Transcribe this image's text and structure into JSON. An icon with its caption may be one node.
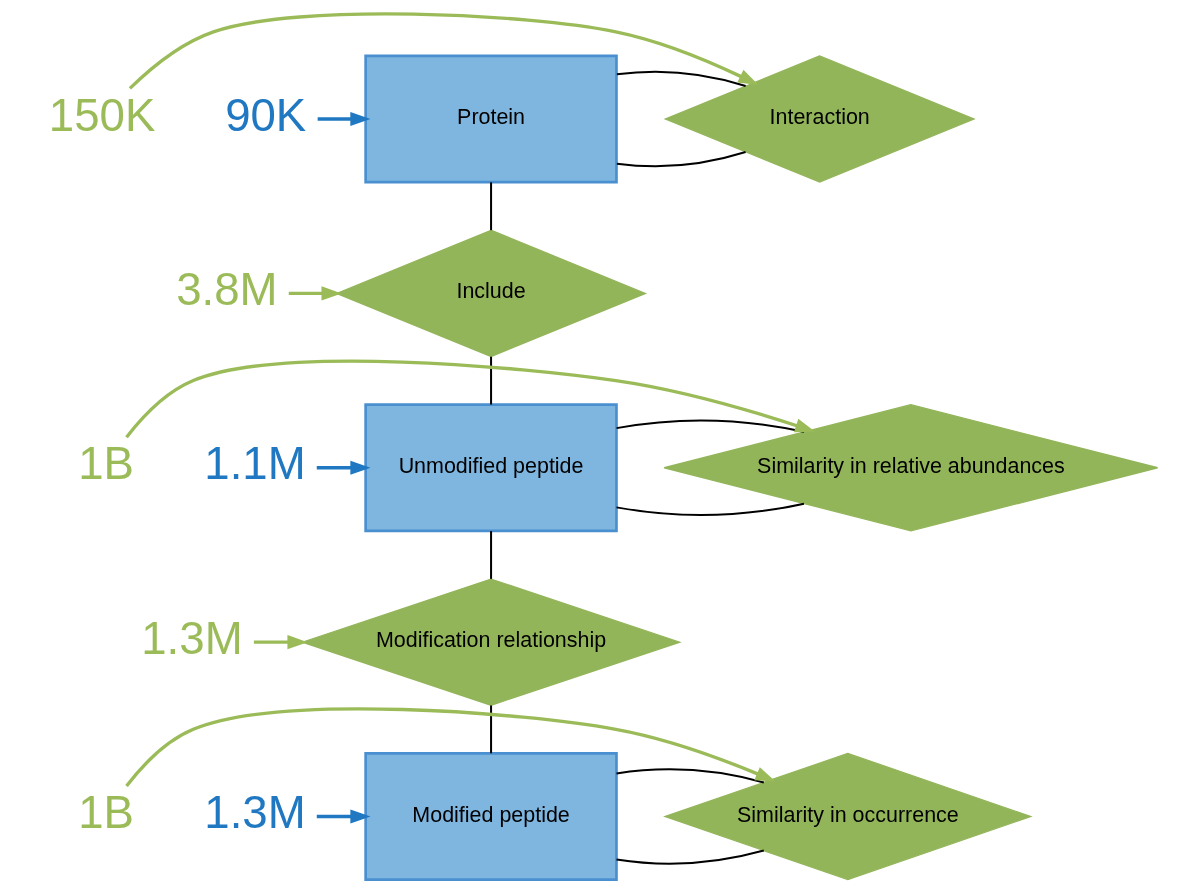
{
  "diagram": {
    "nodes": [
      {
        "text": [
          "Protein"
        ]
      },
      {
        "text": [
          "Interaction"
        ]
      },
      {
        "text": [
          "Include"
        ]
      },
      {
        "text": [
          "Unmodified peptide"
        ]
      },
      {
        "text": [
          "Similarity in relative abundances"
        ]
      },
      {
        "text": [
          "Modification relationship"
        ]
      },
      {
        "text": [
          "Modified peptide"
        ]
      },
      {
        "text": [
          "Similarity in occurrence"
        ]
      },
      {
        "text": [
          "90K"
        ]
      },
      {
        "text": [
          "150K"
        ]
      },
      {
        "text": [
          "3.8M"
        ]
      },
      {
        "text": [
          "1.1M"
        ]
      },
      {
        "text": [
          "1B"
        ]
      },
      {
        "text": [
          "1.3M"
        ]
      },
      {
        "text": [
          "1.3M"
        ]
      },
      {
        "text": [
          "1B"
        ]
      }
    ],
    "edges": [
      {
        "from": 0,
        "to": 1,
        "arrow": "none"
      },
      {
        "from": 0,
        "to": 1,
        "arrow": "none"
      },
      {
        "from": 0,
        "to": 2,
        "arrow": "none"
      },
      {
        "from": 2,
        "to": 3,
        "arrow": "none"
      },
      {
        "from": 3,
        "to": 4,
        "arrow": "none"
      },
      {
        "from": 3,
        "to": 4,
        "arrow": "none"
      },
      {
        "from": 3,
        "to": 5,
        "arrow": "none"
      },
      {
        "from": 5,
        "to": 6,
        "arrow": "none"
      },
      {
        "from": 6,
        "to": 7,
        "arrow": "none"
      },
      {
        "from": 6,
        "to": 7,
        "arrow": "none"
      },
      {
        "from": 8,
        "to": 0,
        "arrow": "to",
        "color": "#1f78c1"
      },
      {
        "from": 9,
        "to": 1,
        "arrow": "to",
        "color": "#9bbb59"
      },
      {
        "from": 10,
        "to": 2,
        "arrow": "to",
        "color": "#9bbb59"
      },
      {
        "from": 11,
        "to": 3,
        "arrow": "to",
        "color": "#1f78c1"
      },
      {
        "from": 12,
        "to": 4,
        "arrow": "to",
        "color": "#9bbb59"
      },
      {
        "from": 13,
        "to": 5,
        "arrow": "to",
        "color": "#9bbb59"
      },
      {
        "from": 14,
        "to": 6,
        "arrow": "to",
        "color": "#1f78c1"
      },
      {
        "from": 15,
        "to": 7,
        "arrow": "to",
        "color": "#9bbb59"
      }
    ]
  }
}
